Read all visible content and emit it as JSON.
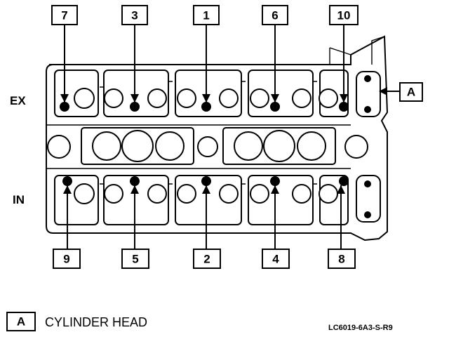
{
  "side_labels": {
    "exhaust": "EX",
    "intake": "IN"
  },
  "bolts_top": [
    "7",
    "3",
    "1",
    "6",
    "10"
  ],
  "bolts_bottom": [
    "9",
    "5",
    "2",
    "4",
    "8"
  ],
  "view_callout": "A",
  "legend": {
    "key": "A",
    "description": "CYLINDER HEAD"
  },
  "figure_code": "LC6019-6A3-S-R9"
}
